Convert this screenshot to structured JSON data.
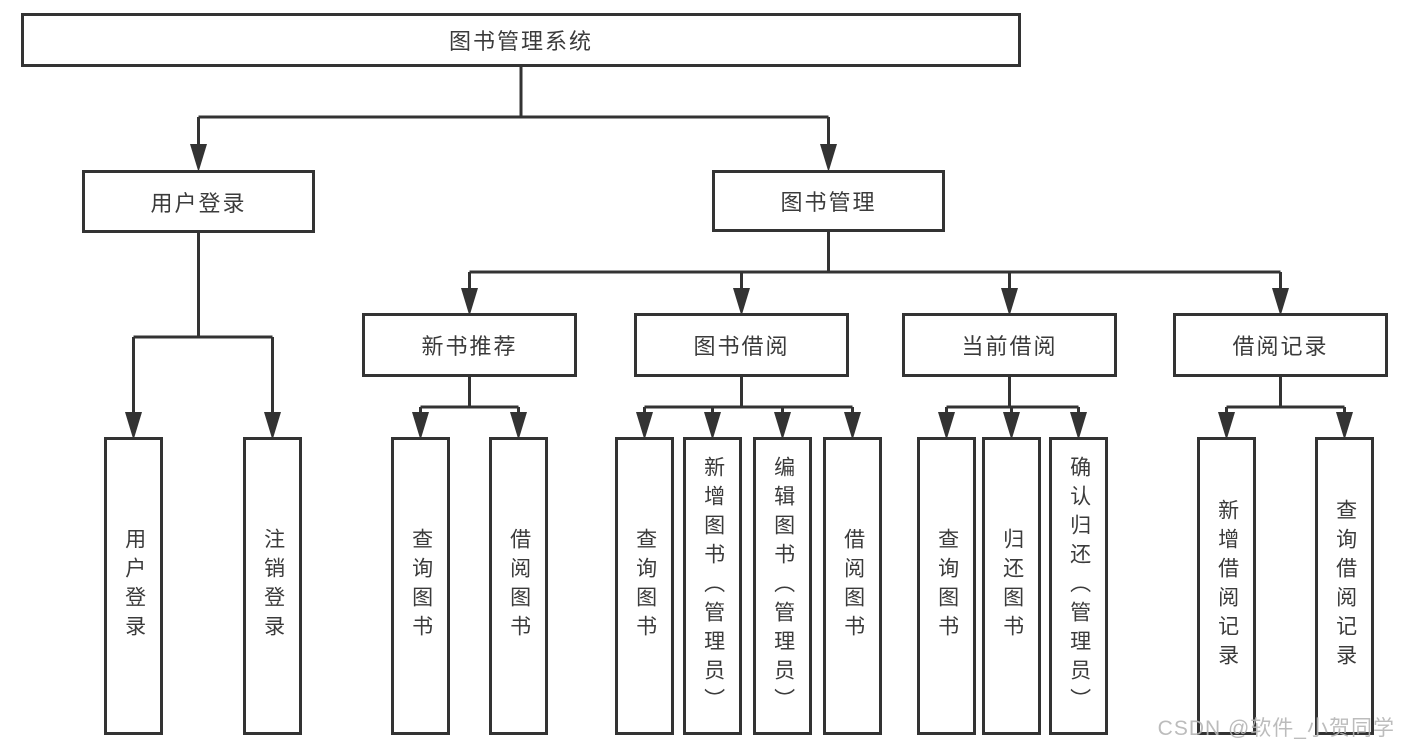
{
  "tree": {
    "root": {
      "label": "图书管理系统"
    },
    "branches": [
      {
        "label": "用户登录",
        "children": [
          {
            "label": "用户登录"
          },
          {
            "label": "注销登录"
          }
        ]
      },
      {
        "label": "图书管理",
        "children": [
          {
            "label": "新书推荐",
            "children": [
              {
                "label": "查询图书"
              },
              {
                "label": "借阅图书"
              }
            ]
          },
          {
            "label": "图书借阅",
            "children": [
              {
                "label": "查询图书"
              },
              {
                "label": "新增图书（管理员）"
              },
              {
                "label": "编辑图书（管理员）"
              },
              {
                "label": "借阅图书"
              }
            ]
          },
          {
            "label": "当前借阅",
            "children": [
              {
                "label": "查询图书"
              },
              {
                "label": "归还图书"
              },
              {
                "label": "确认归还（管理员）"
              }
            ]
          },
          {
            "label": "借阅记录",
            "children": [
              {
                "label": "新增借阅记录"
              },
              {
                "label": "查询借阅记录"
              }
            ]
          }
        ]
      }
    ]
  },
  "watermark": {
    "text": "CSDN @软件_小贺同学"
  },
  "colors": {
    "line": "#333333",
    "box_border": "#333333",
    "text": "#3b3b3b",
    "watermark": "#b5b5b5",
    "background": "#ffffff"
  }
}
